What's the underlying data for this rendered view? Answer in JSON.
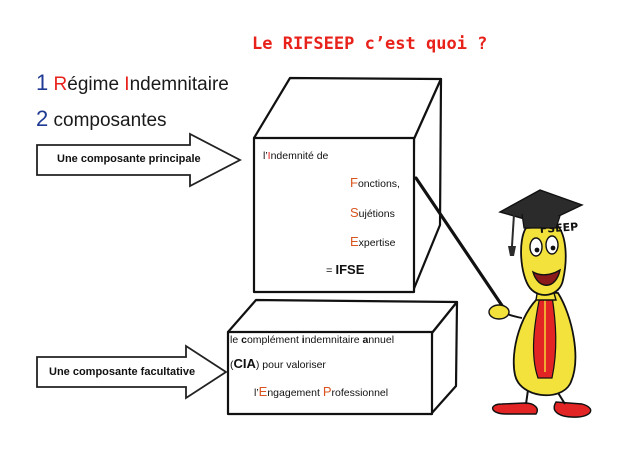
{
  "title": "Le RIFSEEP c’est quoi ?",
  "line1": {
    "number": "1",
    "first_letter": "R",
    "word1_rest": "égime",
    "second_letter": "I",
    "word2_rest": "ndemnitaire"
  },
  "line2": {
    "number": "2",
    "text": "composantes"
  },
  "arrow_main": {
    "label": "Une composante principale"
  },
  "arrow_optional": {
    "label": "Une composante facultative"
  },
  "top_box": {
    "intro_pre": "l’",
    "intro_letter": "I",
    "intro_rest": "ndemnité de",
    "items": [
      {
        "letter": "F",
        "rest": "onctions,"
      },
      {
        "letter": "S",
        "rest": "ujétions"
      },
      {
        "letter": "E",
        "rest": "xpertise"
      }
    ],
    "result_prefix": "= ",
    "result": "IFSE"
  },
  "bottom_box": {
    "line1": [
      {
        "text": "le ",
        "bold": false
      },
      {
        "text": "c",
        "bold": true
      },
      {
        "text": "omplément ",
        "bold": false
      },
      {
        "text": "i",
        "bold": true
      },
      {
        "text": "ndemnitaire ",
        "bold": false
      },
      {
        "text": "a",
        "bold": true
      },
      {
        "text": "nnuel",
        "bold": false
      }
    ],
    "cia_open": "(",
    "cia": "CIA",
    "cia_close": ") pour valoriser",
    "ep_pre": "l’",
    "ep_letter1": "E",
    "ep_rest1": "ngagement ",
    "ep_letter2": "P",
    "ep_rest2": "rofessionnel"
  },
  "mascot": {
    "cap_text": "FSEEP"
  },
  "colors": {
    "accent": "#e8221b",
    "number_blue": "#1f3a93",
    "mascot_yellow": "#f4e23c"
  }
}
